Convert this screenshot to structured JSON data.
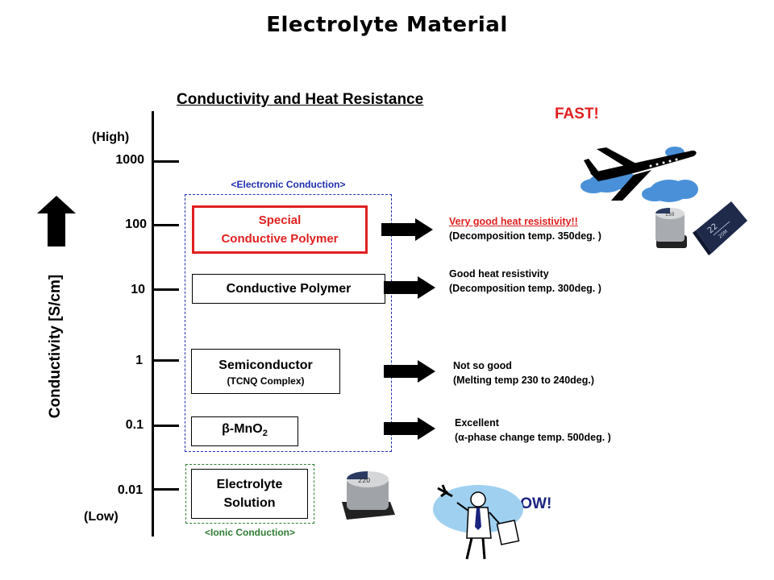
{
  "title": "Electrolyte Material",
  "subtitle": "Conductivity and Heat Resistance",
  "axis": {
    "label": "Conductivity [S/cm]",
    "high_label": "(High)",
    "low_label": "(Low)",
    "ticks": [
      "1000",
      "100",
      "10",
      "1",
      "0.1",
      "0.01"
    ]
  },
  "regions": {
    "electronic": "<Electronic Conduction>",
    "ionic": "<Ionic Conduction>"
  },
  "materials": {
    "special": {
      "line1": "Special",
      "line2": "Conductive Polymer"
    },
    "polymer": {
      "line1": "Conductive Polymer"
    },
    "semi": {
      "line1": "Semiconductor",
      "line2": "(TCNQ Complex)"
    },
    "mno2": {
      "prefix": "β-MnO",
      "sub": "2"
    },
    "electrolyte": {
      "line1": "Electrolyte",
      "line2": "Solution"
    }
  },
  "descriptions": {
    "special": {
      "line1": "Very good heat resistivity!!",
      "line2": "(Decomposition temp. 350deg. )"
    },
    "polymer": {
      "line1": "Good heat resistivity",
      "line2": "(Decomposition temp. 300deg. )"
    },
    "semi": {
      "line1": "Not so good",
      "line2": "(Melting temp 230 to 240deg.)"
    },
    "mno2": {
      "line1": "Excellent",
      "line2": "(α-phase change temp. 500deg. )"
    }
  },
  "callouts": {
    "fast": "FAST!",
    "slow": "SLOW!"
  },
  "colors": {
    "red": "#e02020",
    "electronic_border": "#1f2fb0",
    "ionic_border": "#2e7d32",
    "slow_text": "#1a237e",
    "cloud": "#4a90d9"
  },
  "icons": [
    "up-arrow-icon",
    "right-arrow-icon",
    "airplane-icon",
    "capacitor-icon",
    "chip-icon",
    "businessman-icon"
  ]
}
